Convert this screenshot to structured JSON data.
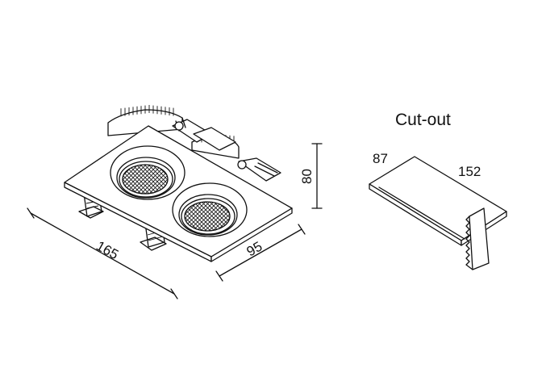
{
  "fixture": {
    "dim_length": "165",
    "dim_width": "95",
    "dim_height": "80"
  },
  "cutout": {
    "title": "Cut-out",
    "dim_width": "87",
    "dim_length": "152"
  }
}
